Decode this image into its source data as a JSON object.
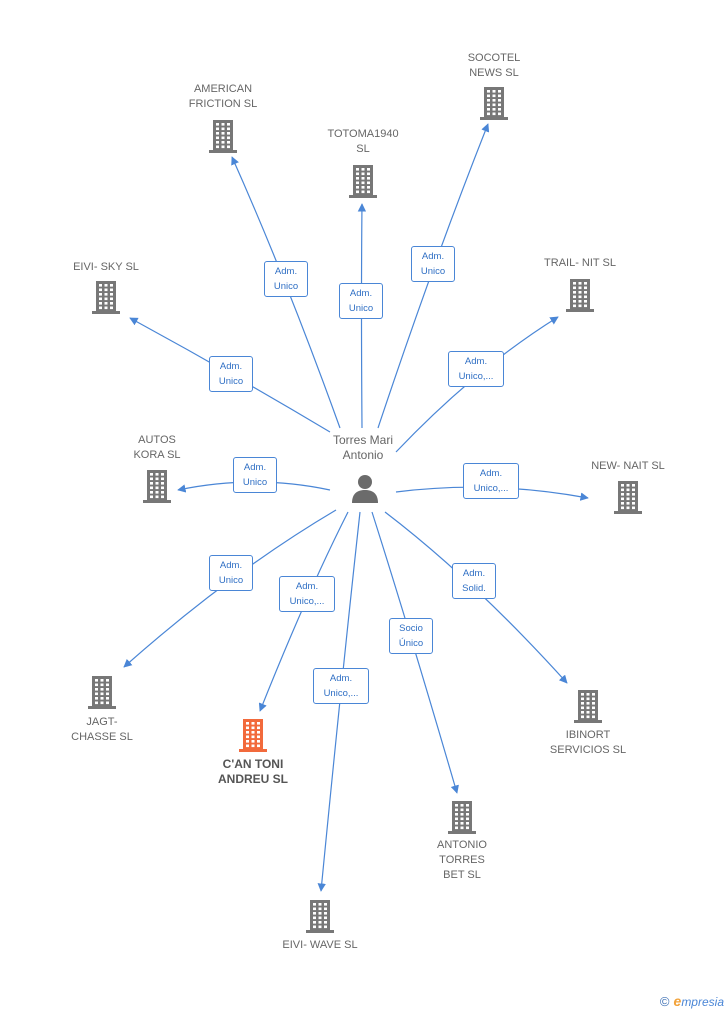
{
  "center": {
    "label": "Torres Mari\nAntonio"
  },
  "colors": {
    "edge": "#4a86d6",
    "building": "#777777",
    "highlight": "#f26a3c"
  },
  "companies": [
    {
      "id": "american-friction",
      "label": "AMERICAN\nFRICTION SL",
      "edge": "Adm.\nUnico"
    },
    {
      "id": "totoma1940",
      "label": "TOTOMA1940\nSL",
      "edge": "Adm.\nUnico"
    },
    {
      "id": "socotel-news",
      "label": "SOCOTEL\nNEWS SL",
      "edge": "Adm.\nUnico"
    },
    {
      "id": "eivi-sky",
      "label": "EIVI- SKY SL",
      "edge": "Adm.\nUnico"
    },
    {
      "id": "trail-nit",
      "label": "TRAIL- NIT  SL",
      "edge": "Adm.\nUnico,..."
    },
    {
      "id": "autos-kora",
      "label": "AUTOS\nKORA SL",
      "edge": "Adm.\nUnico"
    },
    {
      "id": "new-nait",
      "label": "NEW- NAIT  SL",
      "edge": "Adm.\nUnico,..."
    },
    {
      "id": "jagt-chasse",
      "label": "JAGT-\nCHASSE  SL",
      "edge": "Adm.\nUnico"
    },
    {
      "id": "can-toni-andreu",
      "label": "C'AN TONI\nANDREU  SL",
      "edge": "Adm.\nUnico,...",
      "highlight": true
    },
    {
      "id": "eivi-wave",
      "label": "EIVI-  WAVE  SL",
      "edge": "Adm.\nUnico,..."
    },
    {
      "id": "antonio-torres-bet",
      "label": "ANTONIO\nTORRES\nBET  SL",
      "edge": "Socio\nÚnico"
    },
    {
      "id": "ibinort-servicios",
      "label": "IBINORT\nSERVICIOS  SL",
      "edge": "Adm.\nSolid."
    }
  ],
  "footer": {
    "copyright": "©",
    "brand_initial": "e",
    "brand_rest": "mpresia"
  }
}
